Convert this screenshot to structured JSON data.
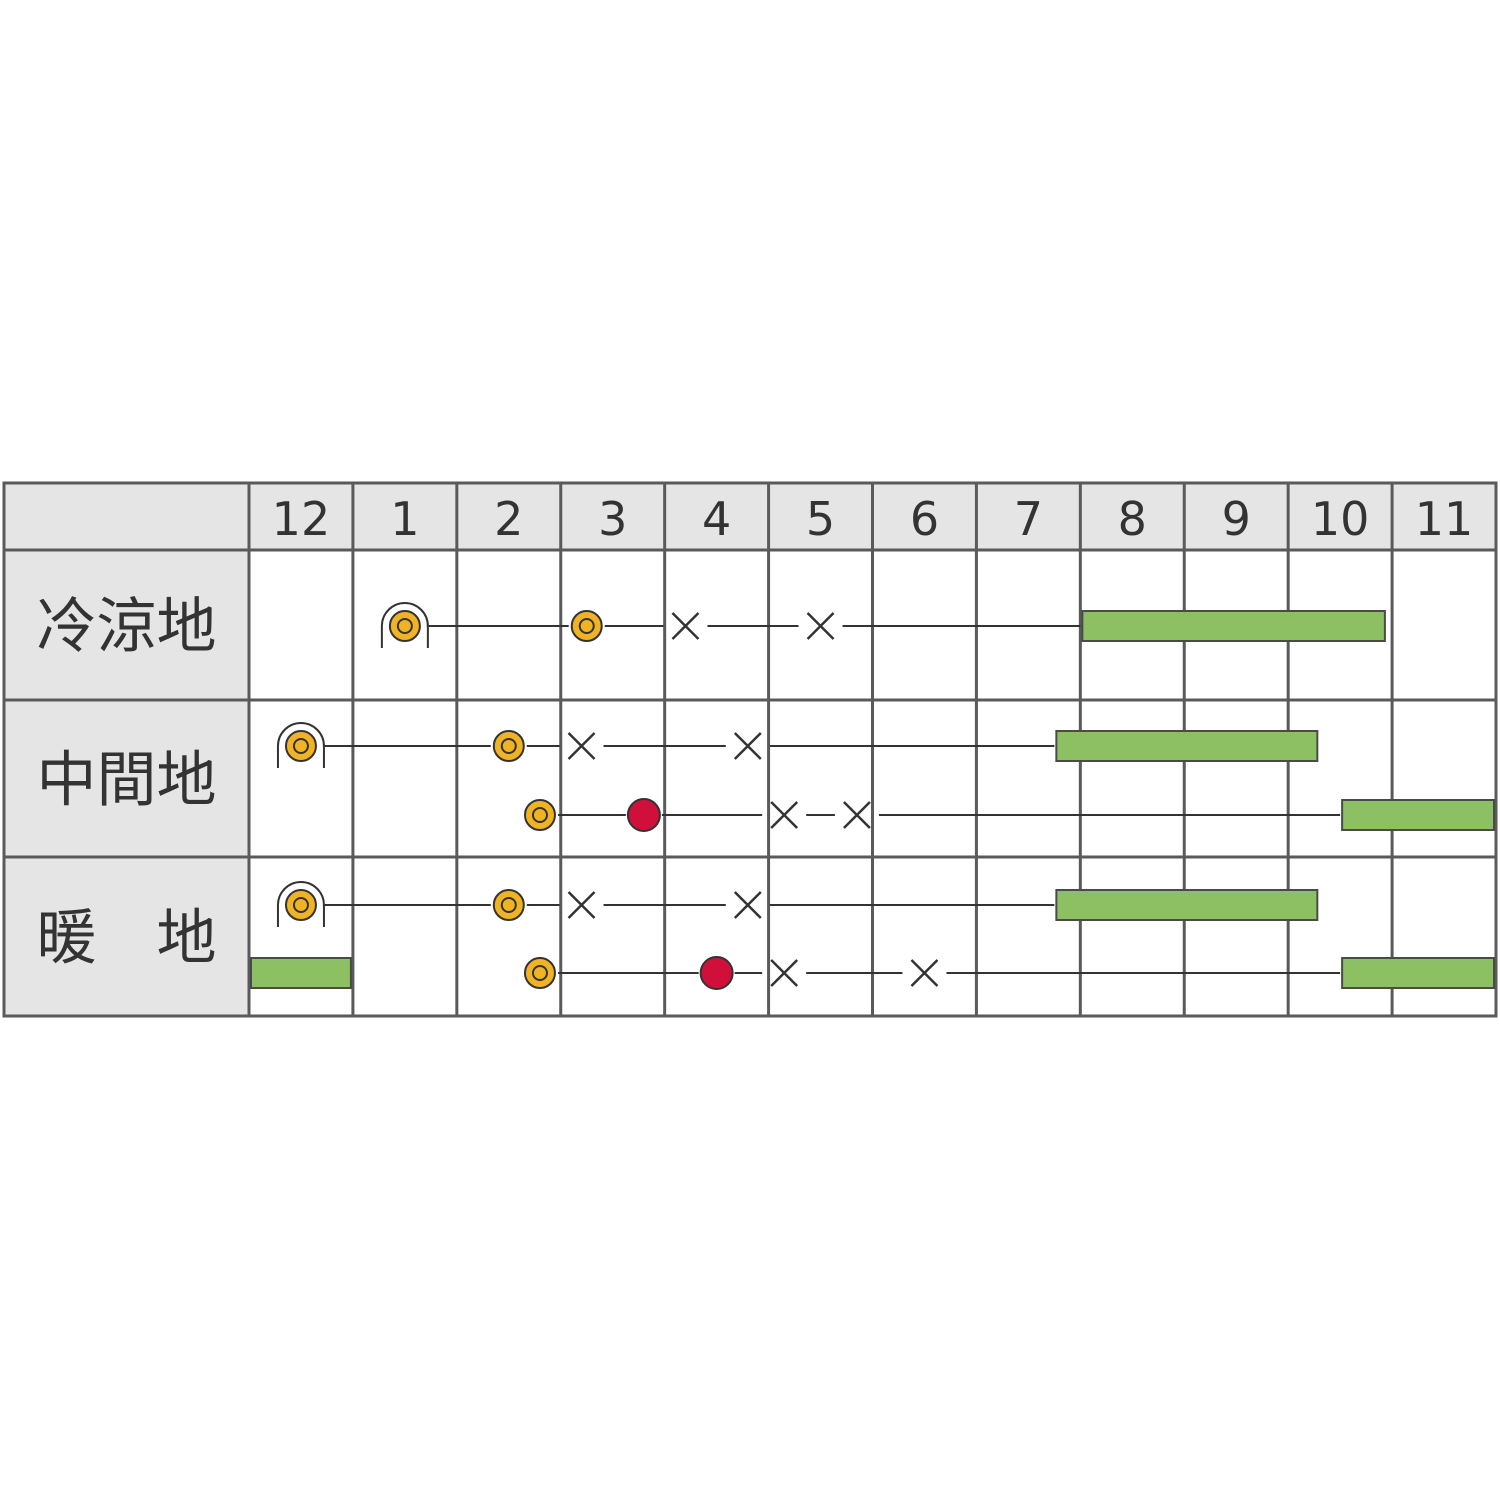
{
  "chart_data": {
    "type": "table",
    "title": "",
    "months": [
      "12",
      "1",
      "2",
      "3",
      "4",
      "5",
      "6",
      "7",
      "8",
      "9",
      "10",
      "11"
    ],
    "regions": [
      {
        "label": "冷涼地",
        "rows": [
          {
            "events": [
              {
                "kind": "sow-tunnel",
                "at": 1.5
              },
              {
                "kind": "sow",
                "at": 3.25
              },
              {
                "kind": "cross",
                "at": 4.2
              },
              {
                "kind": "cross",
                "at": 5.5
              }
            ],
            "harvest": [
              [
                8,
                10.95
              ]
            ]
          }
        ]
      },
      {
        "label": "中間地",
        "rows": [
          {
            "events": [
              {
                "kind": "sow-tunnel",
                "at": 0.5
              },
              {
                "kind": "sow",
                "at": 2.5
              },
              {
                "kind": "cross",
                "at": 3.2
              },
              {
                "kind": "cross",
                "at": 4.8
              }
            ],
            "harvest": [
              [
                7.75,
                10.3
              ]
            ]
          },
          {
            "events": [
              {
                "kind": "sow",
                "at": 2.8
              },
              {
                "kind": "plant",
                "at": 3.8
              },
              {
                "kind": "cross",
                "at": 5.15
              },
              {
                "kind": "cross",
                "at": 5.85
              }
            ],
            "harvest": [
              [
                10.5,
                12
              ]
            ]
          }
        ]
      },
      {
        "label": "暖　地",
        "rows": [
          {
            "events": [
              {
                "kind": "sow-tunnel",
                "at": 0.5
              },
              {
                "kind": "sow",
                "at": 2.5
              },
              {
                "kind": "cross",
                "at": 3.2
              },
              {
                "kind": "cross",
                "at": 4.8
              }
            ],
            "harvest": [
              [
                7.75,
                10.3
              ]
            ]
          },
          {
            "events": [
              {
                "kind": "sow",
                "at": 2.8
              },
              {
                "kind": "plant",
                "at": 4.5
              },
              {
                "kind": "cross",
                "at": 5.15
              },
              {
                "kind": "cross",
                "at": 6.5
              }
            ],
            "harvest": [
              [
                0,
                1
              ],
              [
                10.5,
                12
              ]
            ]
          }
        ]
      }
    ],
    "colors": {
      "header_fill": "#e5e5e5",
      "grid": "#5a5a5a",
      "harvest_fill": "#8dc063",
      "harvest_stroke": "#4a4a4a",
      "sow_fill": "#f0b323",
      "plant_fill": "#d0103a",
      "line": "#333333"
    }
  }
}
